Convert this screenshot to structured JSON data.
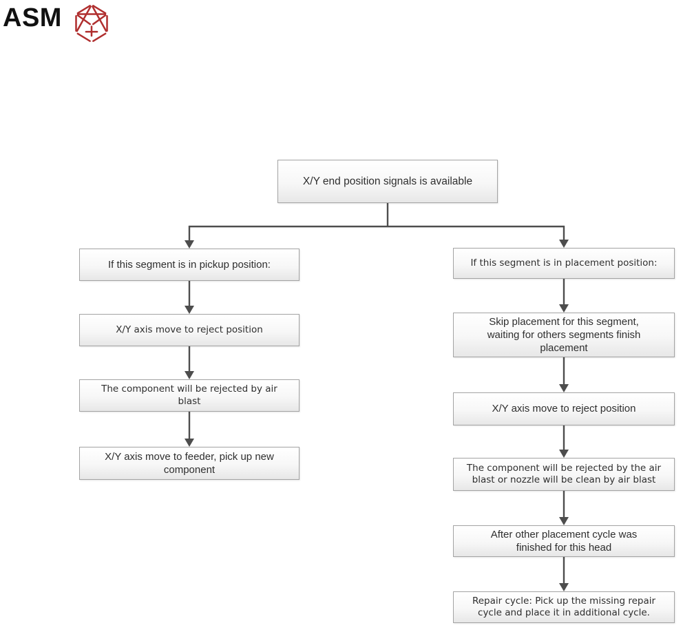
{
  "logo": {
    "text": "ASM",
    "icon": "asm-hexagon-icon",
    "icon_color": "#b02f2f",
    "text_color": "#111111"
  },
  "flowchart": {
    "root": {
      "text": "X/Y end position signals is available"
    },
    "left_branch": [
      {
        "text": "If this segment is in pickup position:"
      },
      {
        "text": "X/Y axis move to reject position"
      },
      {
        "text": "The component will be rejected by air\nblast"
      },
      {
        "text": "X/Y axis move to feeder, pick up new\ncomponent"
      }
    ],
    "right_branch": [
      {
        "text": "If this segment is in placement position:"
      },
      {
        "text": "Skip placement for this segment,\nwaiting for others segments finish\nplacement"
      },
      {
        "text": "X/Y axis move to reject position"
      },
      {
        "text": "The component will be rejected by the air\nblast or nozzle will be clean by air blast"
      },
      {
        "text": "After other placement cycle was\nfinished for this head"
      },
      {
        "text": "Repair cycle: Pick up the missing repair\ncycle and place it in additional cycle."
      }
    ],
    "colors": {
      "box_border": "#a3a3a3",
      "box_fill_top": "#ffffff",
      "box_fill_bottom": "#e7e7e7",
      "box_text": "#2e2e2e",
      "arrow": "#4d4d4d",
      "background": "#ffffff"
    }
  }
}
